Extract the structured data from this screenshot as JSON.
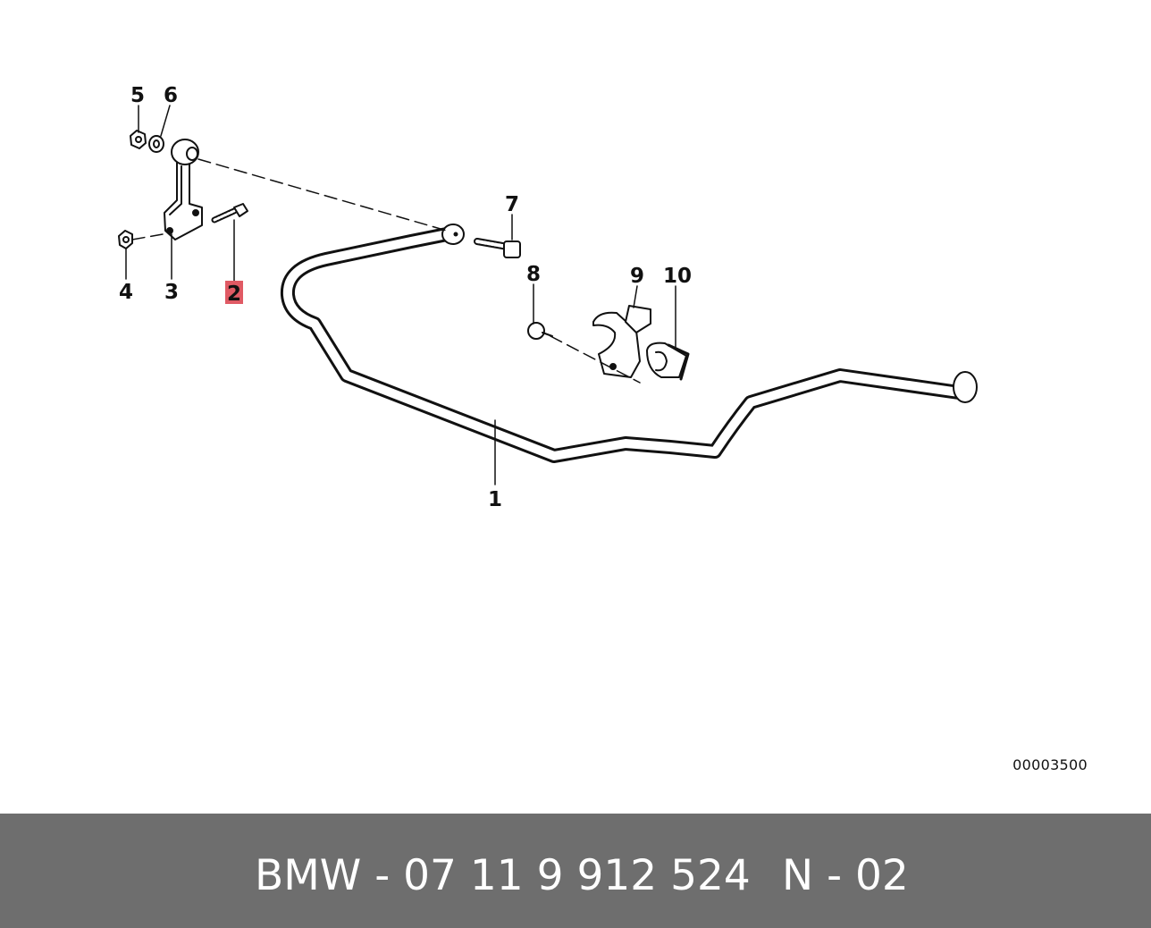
{
  "diagram": {
    "callouts": {
      "c1": "1",
      "c2": "2",
      "c3": "3",
      "c4": "4",
      "c5": "5",
      "c6": "6",
      "c7": "7",
      "c8": "8",
      "c9": "9",
      "c10": "10"
    },
    "highlighted_callout": "2",
    "highlight_color": "#e05a64",
    "reference_code": "00003500"
  },
  "footer": {
    "part_text": "BMW - 07 11 9 912 524",
    "suffix_text": "N - 02",
    "background_color": "#6e6e6e"
  }
}
